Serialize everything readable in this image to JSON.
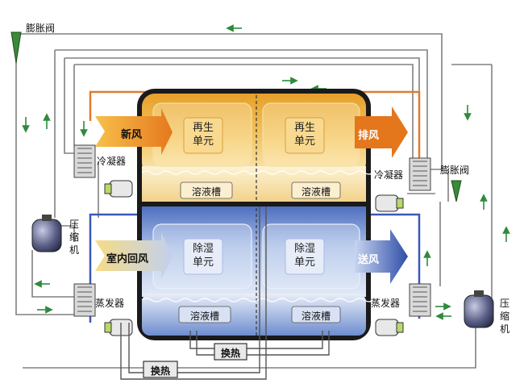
{
  "labels": {
    "expansion_valve_top": "膨胀阀",
    "expansion_valve_right": "膨胀阀",
    "condenser_left": "冷凝器",
    "condenser_right": "冷凝器",
    "evaporator_left": "蒸发器",
    "evaporator_right": "蒸发器",
    "compressor_left": "压\n缩\n机",
    "compressor_right": "压\n缩\n机",
    "heat_exchanger_1": "换热",
    "heat_exchanger_2": "换热"
  },
  "upper": {
    "inlet_air": "新风",
    "outlet_air": "排风",
    "unit_left": "再生\n单元",
    "unit_right": "再生\n单元",
    "tank_left": "溶液槽",
    "tank_right": "溶液槽"
  },
  "lower": {
    "inlet_air": "室内回风",
    "outlet_air": "送风",
    "unit_left": "除湿\n单元",
    "unit_right": "除湿\n单元",
    "tank_left": "溶液槽",
    "tank_right": "溶液槽"
  },
  "colors": {
    "upper_hot": "#e8a530",
    "upper_light": "#f9e3a0",
    "lower_cool": "#5a7cc8",
    "lower_light": "#dce6f6",
    "frame": "#1a1a1a",
    "pipe_orange": "#e27a2a",
    "pipe_blue": "#3c59b8",
    "pipe_gray": "#7c7c7c",
    "arrow_green": "#2f8a3c"
  }
}
